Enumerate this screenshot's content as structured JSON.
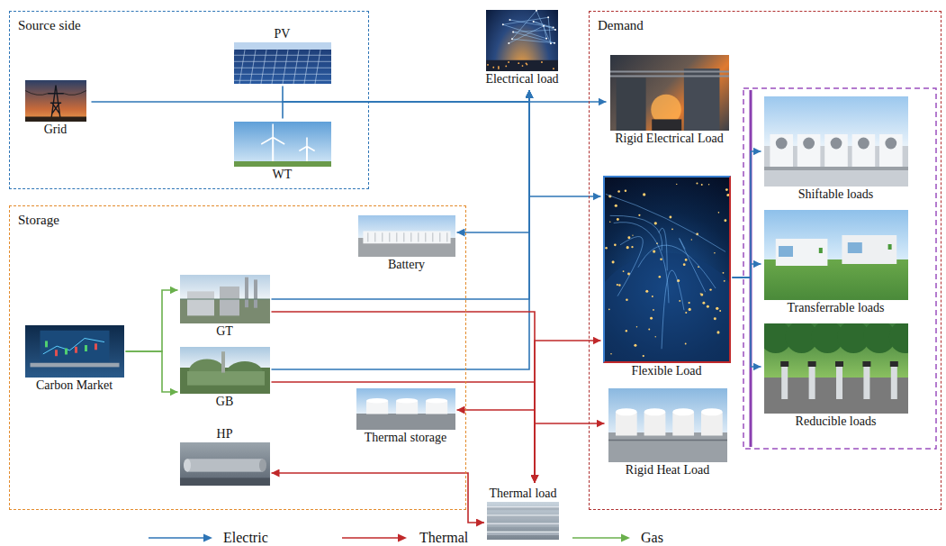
{
  "diagram": {
    "nodes": [
      {
        "text": [
          "Source side"
        ]
      },
      {
        "text": [
          "PV"
        ],
        "in": 0
      },
      {
        "text": [
          "Grid"
        ],
        "in": 0
      },
      {
        "text": [
          "WT"
        ],
        "in": 0
      },
      {
        "text": [
          "Electrical load"
        ]
      },
      {
        "text": [
          "Demand"
        ]
      },
      {
        "text": [
          "Rigid Electrical Load"
        ],
        "in": 5
      },
      {
        "text": [
          "Flexible Load"
        ],
        "in": 5
      },
      {
        "text": [
          "Shiftable loads"
        ],
        "in": 5
      },
      {
        "text": [
          "Transferrable loads"
        ],
        "in": 5
      },
      {
        "text": [
          "Reducible loads"
        ],
        "in": 5
      },
      {
        "text": [
          "Rigid Heat Load"
        ],
        "in": 5
      },
      {
        "text": [
          "Storage"
        ]
      },
      {
        "text": [
          "Battery"
        ],
        "in": 12
      },
      {
        "text": [
          "GT"
        ],
        "in": 12
      },
      {
        "text": [
          "Carbon Market"
        ],
        "in": 12
      },
      {
        "text": [
          "GB"
        ],
        "in": 12
      },
      {
        "text": [
          "Thermal storage"
        ],
        "in": 12
      },
      {
        "text": [
          "HP"
        ],
        "in": 12
      },
      {
        "text": [
          "Thermal load"
        ]
      }
    ],
    "edges": [
      {
        "from": 2,
        "to": 4,
        "arrow": "to"
      },
      {
        "from": 1,
        "to": 4,
        "arrow": "to"
      },
      {
        "from": 3,
        "to": 4,
        "arrow": "to"
      },
      {
        "from": 4,
        "to": 6,
        "arrow": "to"
      },
      {
        "from": 4,
        "to": 7,
        "arrow": "to"
      },
      {
        "from": 13,
        "to": 4,
        "arrow": "both"
      },
      {
        "from": 14,
        "to": 4,
        "arrow": "to"
      },
      {
        "from": 16,
        "to": 4,
        "arrow": "to"
      },
      {
        "from": 14,
        "to": 19,
        "arrow": "to"
      },
      {
        "from": 16,
        "to": 19,
        "arrow": "to"
      },
      {
        "from": 17,
        "to": 19,
        "arrow": "both"
      },
      {
        "from": 18,
        "to": 19,
        "arrow": "both"
      },
      {
        "from": 19,
        "to": 7,
        "arrow": "to"
      },
      {
        "from": 19,
        "to": 11,
        "arrow": "to"
      },
      {
        "from": 15,
        "to": 14,
        "arrow": "to"
      },
      {
        "from": 15,
        "to": 16,
        "arrow": "to"
      },
      {
        "from": 7,
        "to": 8,
        "arrow": "to"
      },
      {
        "from": 7,
        "to": 9,
        "arrow": "to"
      },
      {
        "from": 7,
        "to": 10,
        "arrow": "to"
      }
    ],
    "legend": [
      {
        "text": "Electric"
      },
      {
        "text": "Thermal"
      },
      {
        "text": "Gas"
      }
    ]
  }
}
